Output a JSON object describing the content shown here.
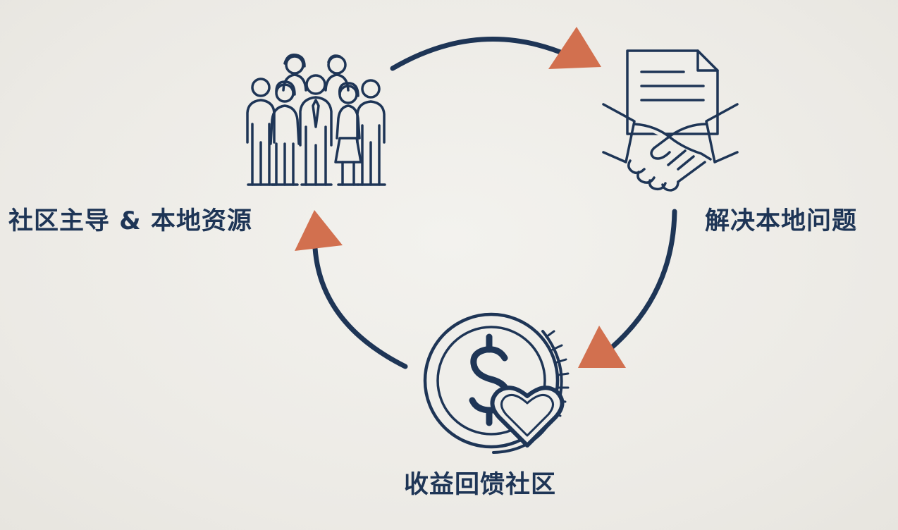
{
  "nodes": {
    "community": {
      "label": "社区主导 & 本地资源",
      "icon": "community-people-icon"
    },
    "solve": {
      "label": "解决本地问题",
      "icon": "handshake-document-icon"
    },
    "return": {
      "label": "收益回馈社区",
      "icon": "coin-heart-icon"
    }
  },
  "colors": {
    "navy": "#1e3556",
    "arrowhead": "#d2704f",
    "background": "#efeeea"
  }
}
